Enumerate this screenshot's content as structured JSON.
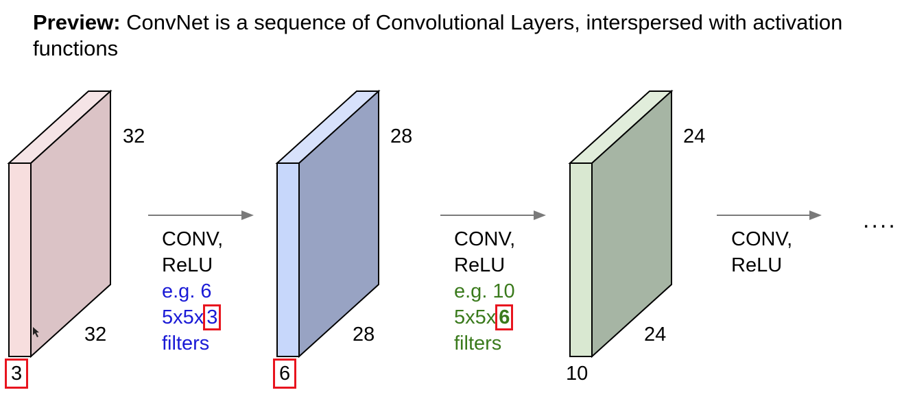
{
  "heading": {
    "bold": "Preview:",
    "text": " ConvNet is a sequence of Convolutional Layers, interspersed with activation functions"
  },
  "volumes": [
    {
      "height": "32",
      "width": "32",
      "depth": "3",
      "front_color": "#f7dede",
      "side_color": "#dbc3c6",
      "top_color": "#f5e4e6"
    },
    {
      "height": "28",
      "width": "28",
      "depth": "6",
      "front_color": "#c7d7fb",
      "side_color": "#98a3c3",
      "top_color": "#d7e1fb"
    },
    {
      "height": "24",
      "width": "24",
      "depth": "10",
      "front_color": "#d9e8d1",
      "side_color": "#a6b5a4",
      "top_color": "#e1eddb"
    }
  ],
  "steps": [
    {
      "line1": "CONV,",
      "line2": "ReLU",
      "eg": "e.g. 6",
      "filter_prefix": "5x5x",
      "filter_depth": "3",
      "filters": "filters",
      "color": "#1a1ad6"
    },
    {
      "line1": "CONV,",
      "line2": "ReLU",
      "eg": "e.g. 10",
      "filter_prefix": "5x5x",
      "filter_depth": "6",
      "filters": "filters",
      "color": "#3a7a1c"
    },
    {
      "line1": "CONV,",
      "line2": "ReLU"
    }
  ],
  "ellipsis": "....",
  "colors": {
    "highlight": "#e8141e",
    "arrow": "#7a7a7a"
  }
}
